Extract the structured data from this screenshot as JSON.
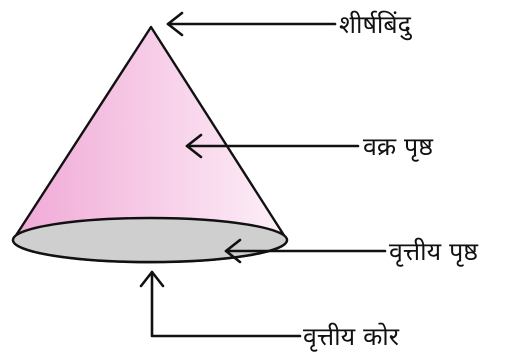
{
  "labels": {
    "apex": "शीर्षबिंदु",
    "curved_surface": "वक्र पृष्ठ",
    "circular_surface": "वृत्तीय पृष्ठ",
    "circular_edge": "वृत्तीय कोर"
  },
  "colors": {
    "cone_left": "#f0a8d6",
    "cone_right": "#fdf0f8",
    "base_fill": "#cfcfcf",
    "outline": "#111111"
  }
}
